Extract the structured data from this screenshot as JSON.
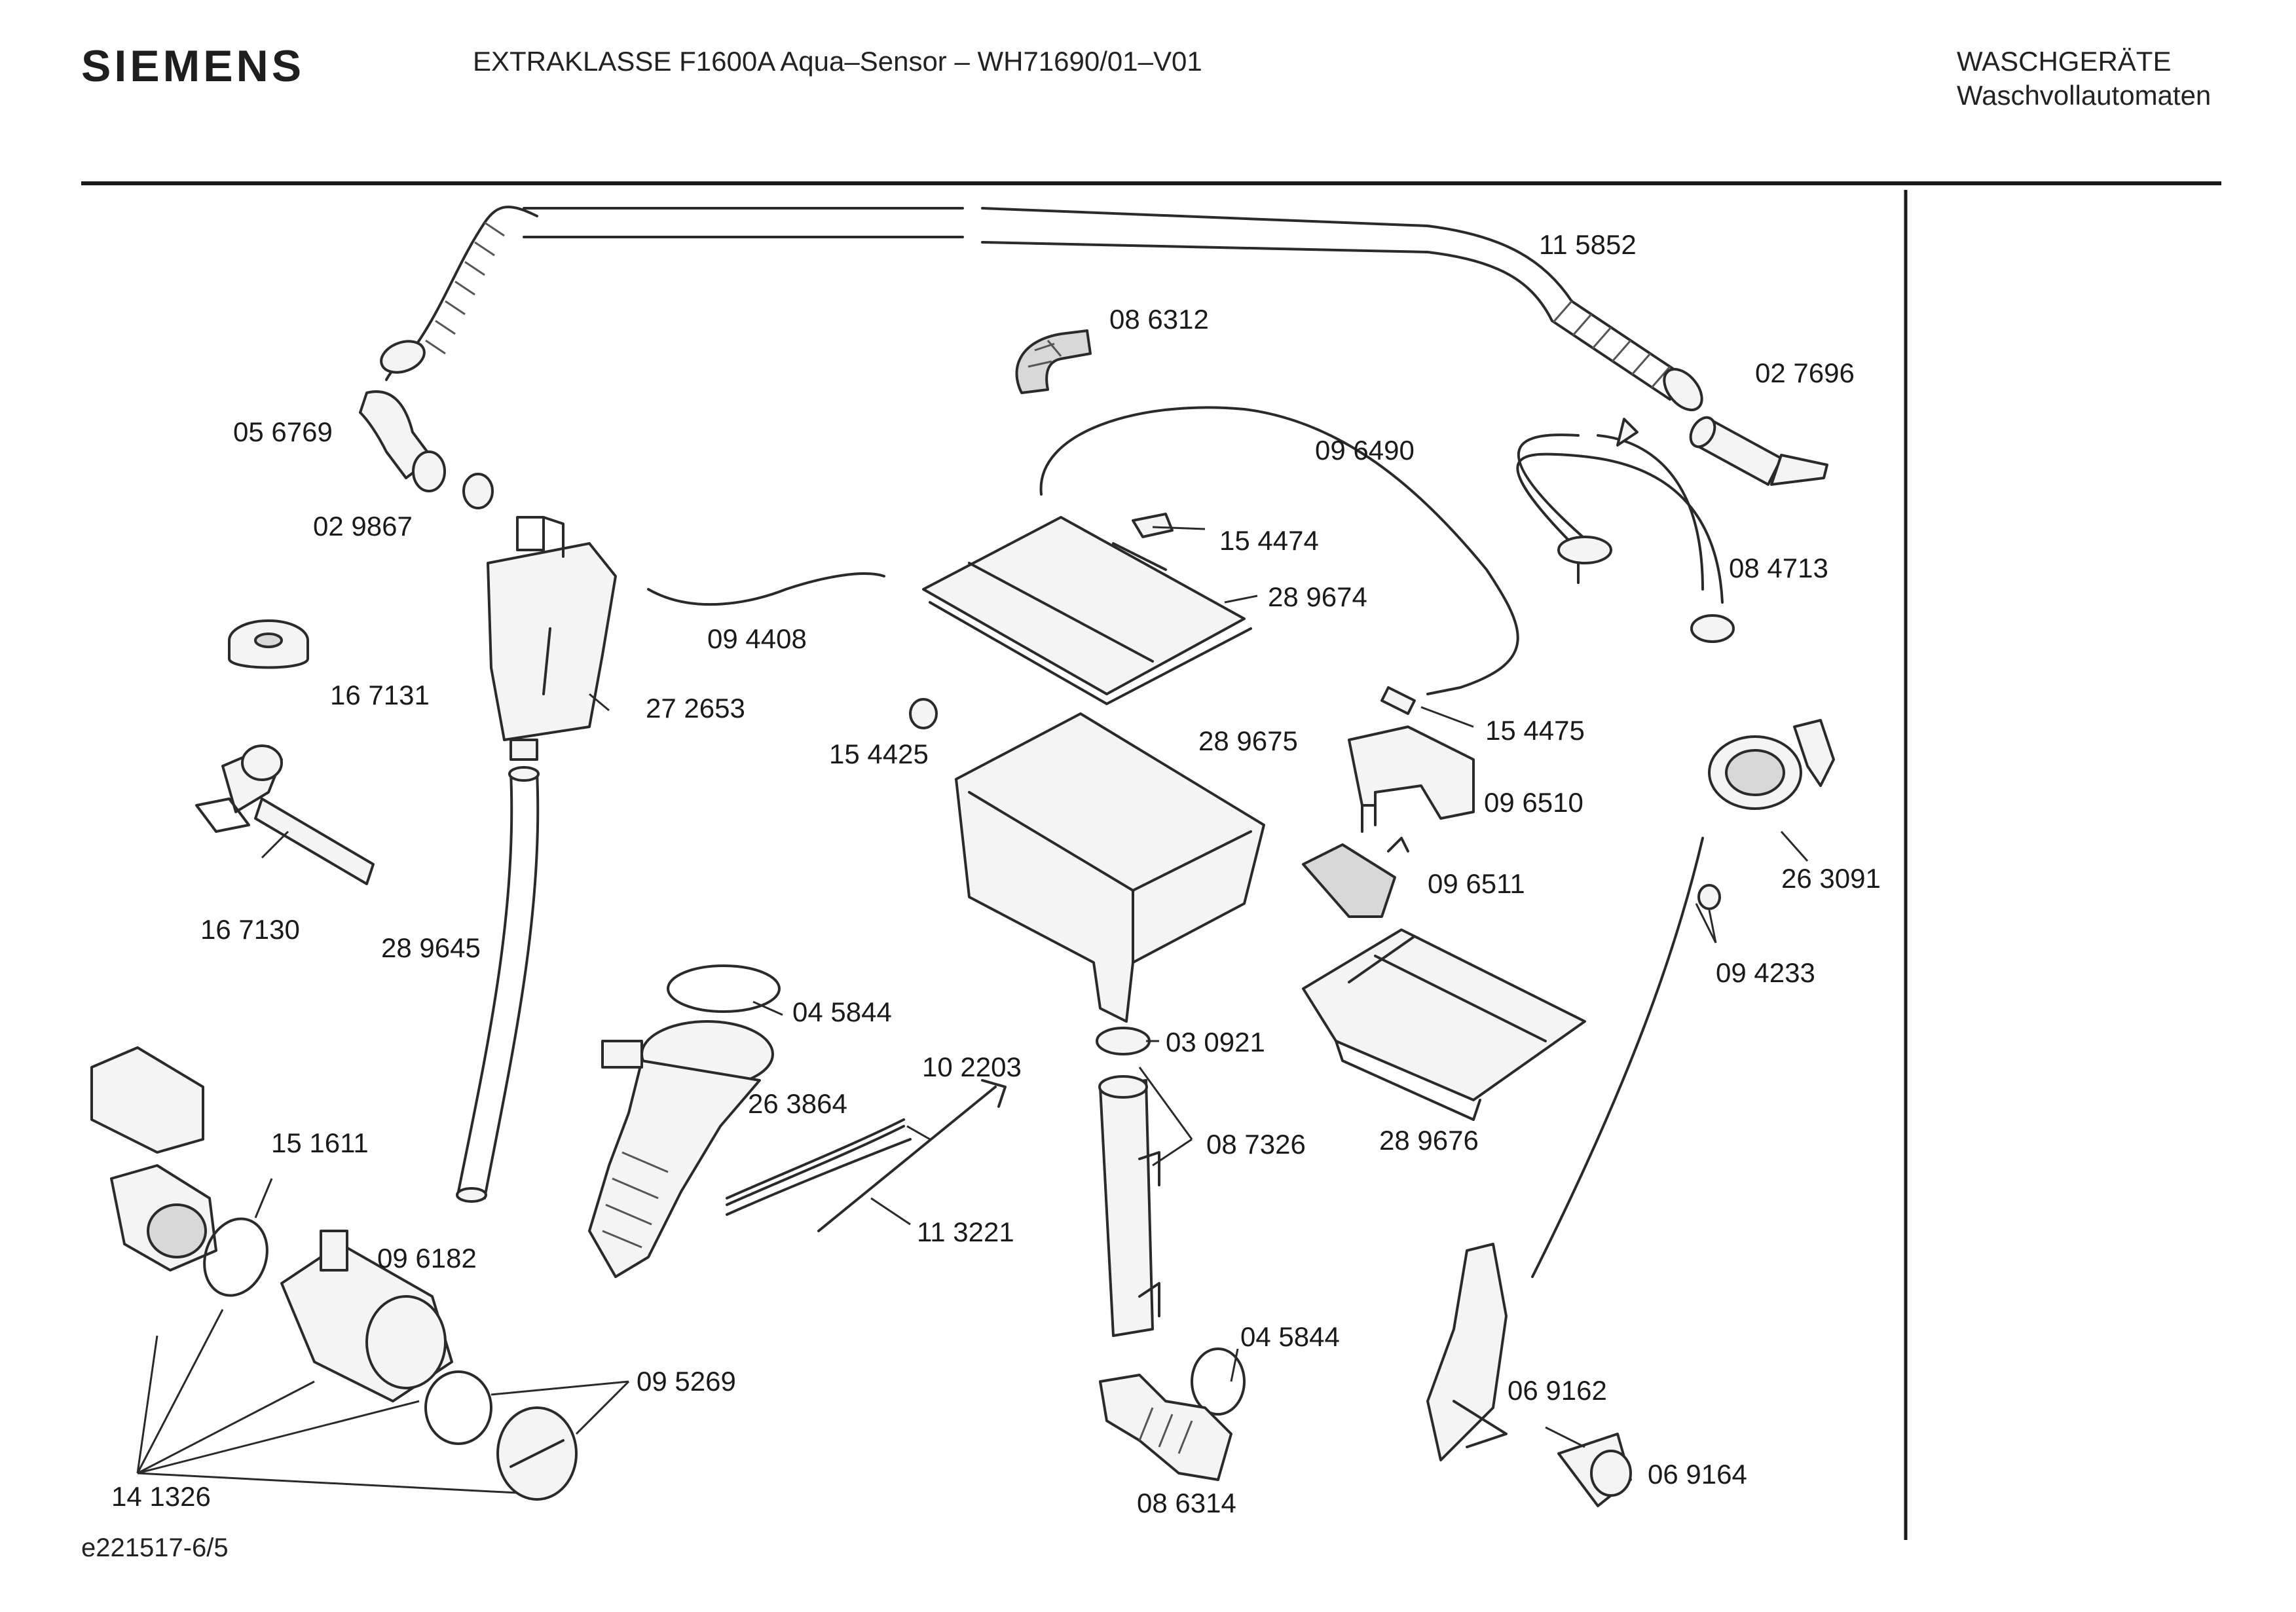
{
  "header": {
    "brand": "SIEMENS",
    "title": "EXTRAKLASSE F1600A Aqua–Sensor – WH71690/01–V01",
    "category": "WASCHGERÄTE",
    "subcategory": "Waschvollautomaten"
  },
  "footer": {
    "document_id": "e221517-6/5"
  },
  "parts": [
    {
      "id": "p115852",
      "number": "11 5852"
    },
    {
      "id": "p086312",
      "number": "08 6312"
    },
    {
      "id": "p027696",
      "number": "02 7696"
    },
    {
      "id": "p056769",
      "number": "05 6769"
    },
    {
      "id": "p096490",
      "number": "09 6490"
    },
    {
      "id": "p029867",
      "number": "02 9867"
    },
    {
      "id": "p154474",
      "number": "15 4474"
    },
    {
      "id": "p084713",
      "number": "08 4713"
    },
    {
      "id": "p289674",
      "number": "28 9674"
    },
    {
      "id": "p094408",
      "number": "09 4408"
    },
    {
      "id": "p167131",
      "number": "16 7131"
    },
    {
      "id": "p272653",
      "number": "27 2653"
    },
    {
      "id": "p154475",
      "number": "15 4475"
    },
    {
      "id": "p154425",
      "number": "15 4425"
    },
    {
      "id": "p289675",
      "number": "28 9675"
    },
    {
      "id": "p096510",
      "number": "09 6510"
    },
    {
      "id": "p263091",
      "number": "26 3091"
    },
    {
      "id": "p096511",
      "number": "09 6511"
    },
    {
      "id": "p167130",
      "number": "16 7130"
    },
    {
      "id": "p289645",
      "number": "28 9645"
    },
    {
      "id": "p094233",
      "number": "09 4233"
    },
    {
      "id": "p045844a",
      "number": "04 5844"
    },
    {
      "id": "p030921",
      "number": "03 0921"
    },
    {
      "id": "p102203",
      "number": "10 2203"
    },
    {
      "id": "p263864",
      "number": "26 3864"
    },
    {
      "id": "p087326",
      "number": "08 7326"
    },
    {
      "id": "p289676",
      "number": "28 9676"
    },
    {
      "id": "p151611",
      "number": "15 1611"
    },
    {
      "id": "p113221",
      "number": "11 3221"
    },
    {
      "id": "p096182",
      "number": "09 6182"
    },
    {
      "id": "p045844b",
      "number": "04 5844"
    },
    {
      "id": "p095269",
      "number": "09 5269"
    },
    {
      "id": "p069162",
      "number": "06 9162"
    },
    {
      "id": "p069164",
      "number": "06 9164"
    },
    {
      "id": "p141326",
      "number": "14 1326"
    },
    {
      "id": "p086314",
      "number": "08 6314"
    }
  ]
}
